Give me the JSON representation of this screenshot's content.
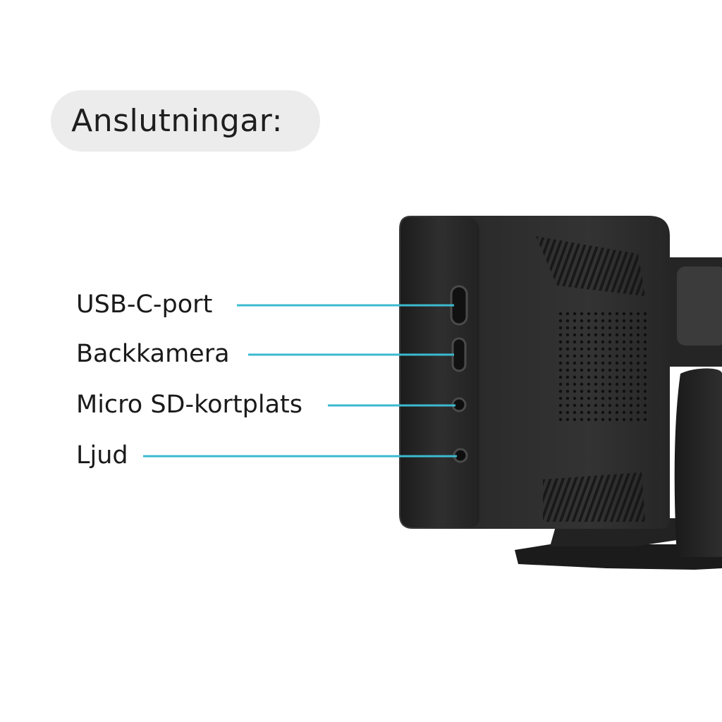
{
  "header": {
    "title": "Anslutningar:"
  },
  "ports": [
    {
      "label": "USB-C-port"
    },
    {
      "label": "Backkamera"
    },
    {
      "label": "Micro SD-kortplats"
    },
    {
      "label": "Ljud"
    }
  ],
  "colors": {
    "background": "#ffffff",
    "pill": "#ececec",
    "text": "#1a1a1a",
    "callout_line": "#3bbad0",
    "device": "#2b2b2b"
  }
}
